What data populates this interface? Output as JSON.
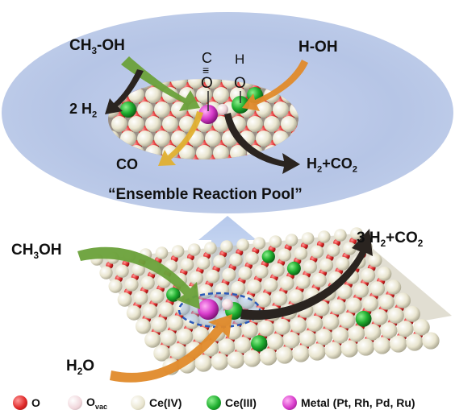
{
  "labels": {
    "ch3oh_top": "CH3-OH",
    "hoh": "H-OH",
    "two_h2": "2 H2",
    "co": "CO",
    "h2co2": "H2+CO2",
    "c_atom": "C",
    "o_atom_left": "O",
    "h_atom": "H",
    "o_atom_right": "O",
    "pool_title": "“Ensemble Reaction Pool”",
    "ch3oh_bottom": "CH3OH",
    "h2o": "H2O",
    "three_h2co2": "3 H2+CO2"
  },
  "legend": [
    {
      "label": "O",
      "color": "#e53030"
    },
    {
      "label": "Ovac",
      "color": "#f0d8dc"
    },
    {
      "label": "Ce(IV)",
      "color": "#ece8d4"
    },
    {
      "label": "Ce(III)",
      "color": "#22aa33"
    },
    {
      "label": "Metal (Pt, Rh, Pd, Ru)",
      "color": "#dd44cc"
    }
  ],
  "colors": {
    "pool_background": "#bdcbe8",
    "green_arrow": "#6aa13a",
    "orange_arrow": "#e08a2a",
    "dark_arrow": "#2a2420",
    "yellow_arrow": "#e0b030"
  }
}
